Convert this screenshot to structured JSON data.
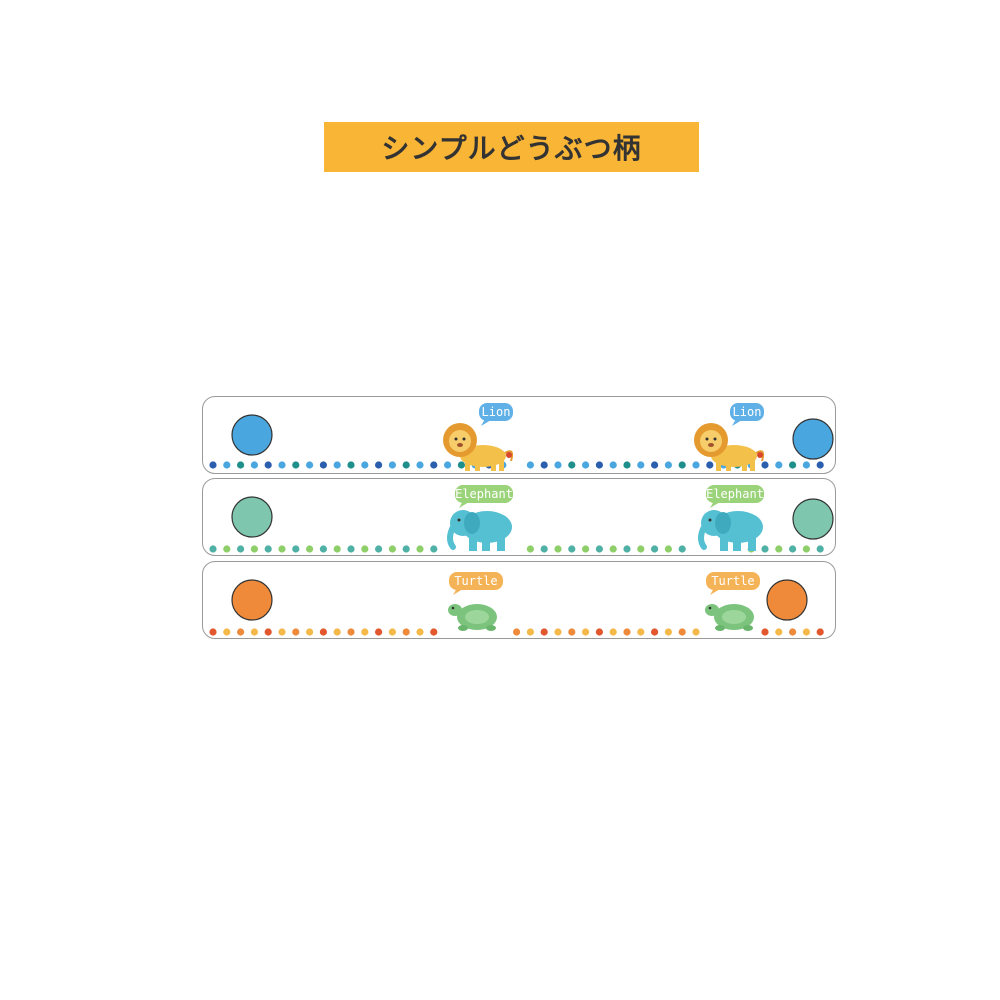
{
  "title": "シンプルどうぶつ柄",
  "colors": {
    "banner": "#f8b536",
    "title_text": "#333333"
  },
  "bands": [
    {
      "animal": "Lion",
      "label": "Lion",
      "icon": "lion-icon",
      "circle_color": "#4aa6df",
      "bubble_color": "#5fb0e6",
      "bubble_text_color": "#ffffff",
      "dot_colors": [
        "#2b5fae",
        "#4aa6df",
        "#1f8f8c",
        "#4aa6df"
      ]
    },
    {
      "animal": "Elephant",
      "label": "Elephant",
      "icon": "elephant-icon",
      "circle_color": "#7ec7ae",
      "bubble_color": "#9bd37a",
      "bubble_text_color": "#ffffff",
      "dot_colors": [
        "#4fb0a6",
        "#8fcf6a",
        "#4fb0a6",
        "#8fcf6a"
      ]
    },
    {
      "animal": "Turtle",
      "label": "Turtle",
      "icon": "turtle-icon",
      "circle_color": "#ef8a3a",
      "bubble_color": "#f5b357",
      "bubble_text_color": "#ffffff",
      "dot_colors": [
        "#e2572e",
        "#f5b94a",
        "#ef8a3a",
        "#f5b94a"
      ]
    }
  ]
}
